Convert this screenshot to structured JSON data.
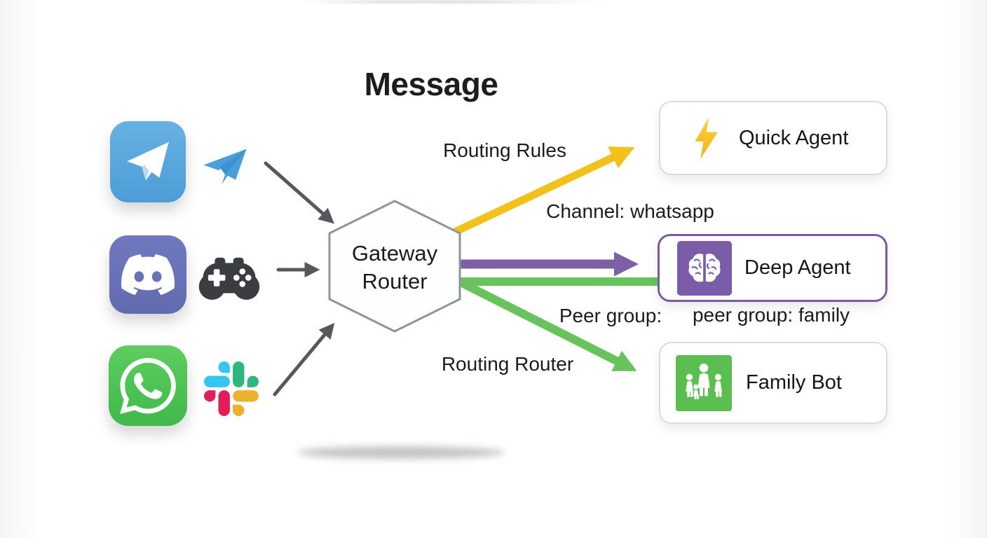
{
  "title": "Message",
  "sources": [
    {
      "id": "telegram",
      "icon": "telegram-icon"
    },
    {
      "id": "telegram-plane",
      "icon": "paper-plane-icon"
    },
    {
      "id": "discord",
      "icon": "discord-icon"
    },
    {
      "id": "gamepad",
      "icon": "gamepad-icon"
    },
    {
      "id": "whatsapp",
      "icon": "whatsapp-icon"
    },
    {
      "id": "slack",
      "icon": "slack-icon"
    }
  ],
  "gateway": {
    "label": "Gateway Router",
    "line1": "Gateway",
    "line2": "Router"
  },
  "edge_labels": {
    "routing_rules": "Routing Rules",
    "channel": "Channel: whatsapp",
    "peer_group": "Peer group:",
    "peer_group_value": "peer group: family",
    "routing_router": "Routing Router"
  },
  "agents": [
    {
      "label": "Quick Agent",
      "icon": "lightning-icon",
      "accent": "#F2C11B"
    },
    {
      "label": "Deep Agent",
      "icon": "brain-icon",
      "accent": "#7C5BA8"
    },
    {
      "label": "Family Bot",
      "icon": "family-icon",
      "accent": "#5ABF50"
    }
  ],
  "colors": {
    "yellow_arrow": "#F2C11B",
    "purple_arrow": "#7D5FA6",
    "green_arrow": "#69C35C",
    "gray_arrow": "#55585C",
    "hexagon_border": "#8E959C",
    "telegram_blue": "#54A5DC",
    "discord_blurple": "#6C73B9",
    "whatsapp_green": "#4EC157",
    "slack_blue": "#36C5F0",
    "slack_green": "#2EB67D",
    "slack_red": "#E01E5A",
    "slack_yellow": "#ECB22E"
  }
}
